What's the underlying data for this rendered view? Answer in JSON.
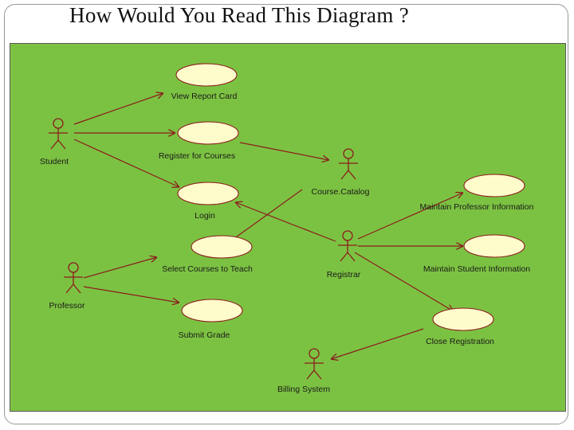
{
  "title": "How Would You Read This Diagram ?",
  "colors": {
    "canvas": "#7cc242",
    "use_case_fill": "#fffccc",
    "line": "#8a1c1c"
  },
  "actors": {
    "student": "Student",
    "course_catalog": "Course.Catalog",
    "professor": "Professor",
    "registrar": "Registrar",
    "billing_system": "Billing System"
  },
  "use_cases": {
    "view_report_card": "View Report Card",
    "register_for_courses": "Register for Courses",
    "login": "Login",
    "select_courses_to_teach": "Select Courses to Teach",
    "submit_grade": "Submit Grade",
    "maintain_professor_information": "Maintain Professor Information",
    "maintain_student_information": "Maintain Student Information",
    "close_registration": "Close Registration"
  }
}
